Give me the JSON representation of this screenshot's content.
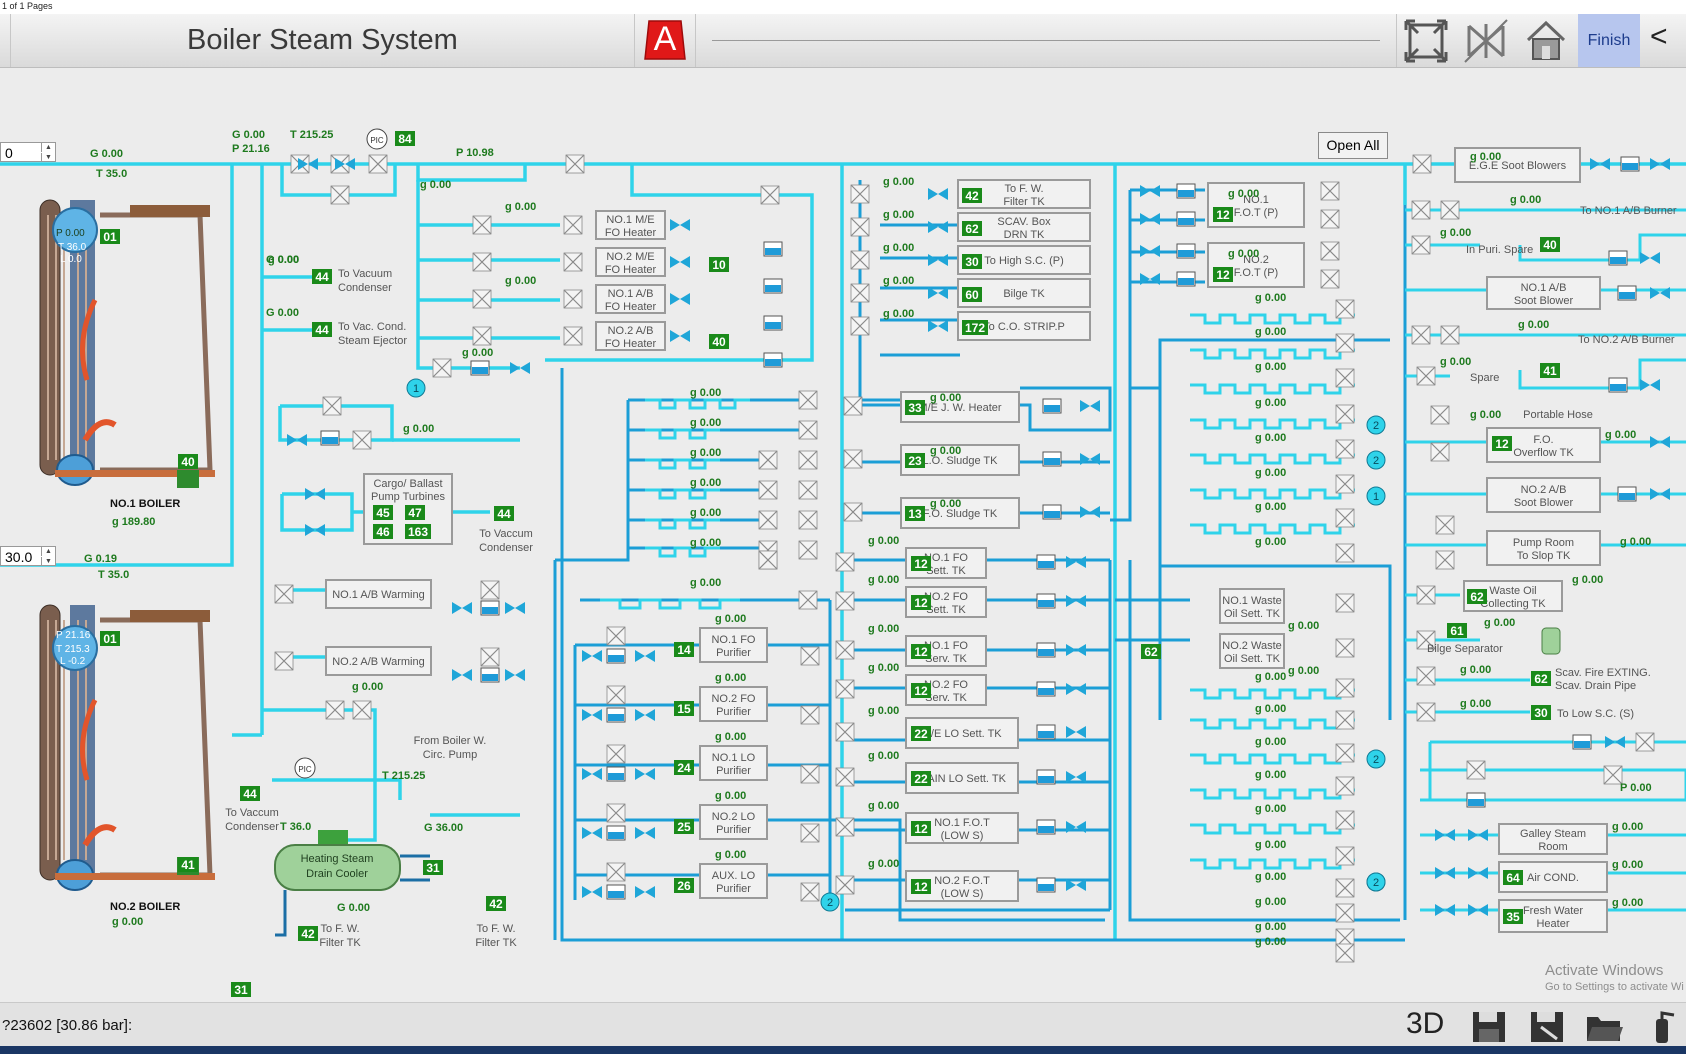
{
  "window": {
    "page_info": "1 of 1 Pages",
    "title": "Boiler Steam System",
    "finish_label": "Finish",
    "collapse_label": "<",
    "alarm_label": "A"
  },
  "controls": {
    "boiler1_setpoint": "0",
    "boiler2_setpoint": "30.0",
    "open_all_label": "Open All",
    "bottom_3d_label": "3D"
  },
  "status": {
    "text": "?23602 [30.86 bar]:"
  },
  "watermark": {
    "line1": "Activate Windows",
    "line2": "Go to Settings to activate Wi"
  },
  "colors": {
    "pipe": "#2fd3ea",
    "pipe_dark": "#1b9ed6",
    "badge": "#1a8a1a",
    "header_finish": "#b7c6ee"
  },
  "diagram": {
    "boiler1": {
      "name": "NO.1 BOILER",
      "g_top": "G 0.00",
      "t_top": "T 35.0",
      "p": "P 0.00",
      "t": "T 36.0",
      "l": "L 0.0",
      "badge_top": "01",
      "badge_bottom": "40",
      "g_bottom": "g 189.80"
    },
    "boiler2": {
      "name": "NO.2 BOILER",
      "g_top": "G 0.19",
      "t_top": "T 35.0",
      "p": "P 21.16",
      "t": "T 215.3",
      "l": "L -0.2",
      "badge_top": "01",
      "badge_bottom": "41",
      "g_bottom": "g 0.00"
    },
    "main_header": {
      "g": "G 0.00",
      "p": "P 21.16",
      "t": "T 215.25",
      "pic_badge": "84",
      "p_right": "P 10.98",
      "pic": "PIC"
    },
    "vacuum": [
      {
        "g": "G 0.00",
        "badge": "44",
        "label1": "To Vacuum",
        "label2": "Condenser"
      },
      {
        "g": "G 0.00",
        "badge": "44",
        "label1": "To Vac. Cond.",
        "label2": "Steam Ejector"
      }
    ],
    "cargo": {
      "label1": "Cargo/ Ballast",
      "label2": "Pump Turbines",
      "b1": "45",
      "b2": "47",
      "b3": "46",
      "b4": "163",
      "out_badge": "44",
      "out1": "To Vaccum",
      "out2": "Condenser"
    },
    "warming": [
      {
        "label": "NO.1 A/B Warming"
      },
      {
        "label": "NO.2 A/B Warming"
      }
    ],
    "fo_heaters": {
      "items": [
        {
          "l1": "NO.1 M/E",
          "l2": "FO Heater",
          "g": "g 0.00"
        },
        {
          "l1": "NO.2 M/E",
          "l2": "FO Heater"
        },
        {
          "l1": "NO.1 A/B",
          "l2": "FO Heater",
          "g": "g 0.00"
        },
        {
          "l1": "NO.2 A/B",
          "l2": "FO Heater"
        }
      ],
      "badge1": "10",
      "badge2": "40",
      "g_in": "g 0.00",
      "g_left": "g 0.00"
    },
    "drain": {
      "g": "g 0.00",
      "header_g": "g 0.00",
      "pic": "PIC",
      "g2": "g 0.00",
      "t": "T 215.25",
      "from1": "From Boiler W.",
      "from2": "Circ. Pump",
      "badge44": "44",
      "to1": "To Vaccum",
      "to2": "Condenser",
      "t36": "T 36.0",
      "cooler1": "Heating Steam",
      "cooler2": "Drain Cooler",
      "g_cooler": "G 0.00",
      "badge31": "31",
      "badge42a": "42",
      "fw1": "To F. W.",
      "fw2": "Filter TK",
      "g36": "G 36.00",
      "badge42b": "42",
      "badge31b": "31"
    },
    "purifiers": [
      {
        "g": "g 0.00",
        "badge": "14",
        "l1": "NO.1 FO",
        "l2": "Purifier"
      },
      {
        "g": "g 0.00",
        "badge": "15",
        "l1": "NO.2 FO",
        "l2": "Purifier"
      },
      {
        "g": "g 0.00",
        "badge": "24",
        "l1": "NO.1 LO",
        "l2": "Purifier"
      },
      {
        "g": "g 0.00",
        "badge": "25",
        "l1": "NO.2 LO",
        "l2": "Purifier"
      },
      {
        "g": "g 0.00",
        "badge": "26",
        "l1": "AUX. LO",
        "l2": "Purifier"
      }
    ],
    "steam_trace_g": [
      "g 0.00",
      "g 0.00",
      "g 0.00",
      "g 0.00",
      "g 0.00",
      "g 0.00",
      "g 0.00"
    ],
    "middle_list": [
      {
        "g": "g 0.00",
        "badge": "42",
        "l1": "To F. W.",
        "l2": "Filter TK"
      },
      {
        "g": "g 0.00",
        "badge": "62",
        "l1": "SCAV. Box",
        "l2": "DRN TK"
      },
      {
        "g": "g 0.00",
        "badge": "30",
        "l1": "To High S.C. (P)",
        "l2": ""
      },
      {
        "g": "g 0.00",
        "badge": "60",
        "l1": "Bilge TK",
        "l2": ""
      },
      {
        "g": "g 0.00",
        "badge": "172",
        "l1": "To C.O. STRIP.P",
        "l2": ""
      }
    ],
    "middle_heaters": [
      {
        "g": "g 0.00",
        "badge": "33",
        "l1": "M/E J. W. Heater"
      },
      {
        "g": "g 0.00",
        "badge": "23",
        "l1": "L.O. Sludge TK"
      },
      {
        "g": "g 0.00",
        "badge": "13",
        "l1": "F.O. Sludge TK"
      }
    ],
    "sett_tanks": [
      {
        "g": "g 0.00",
        "badge": "12",
        "l1": "NO.1 FO",
        "l2": "Sett. TK"
      },
      {
        "g": "g 0.00",
        "badge": "12",
        "l1": "NO.2 FO",
        "l2": "Sett. TK"
      },
      {
        "g": "g 0.00",
        "badge": "12",
        "l1": "NO.1 FO",
        "l2": "Serv. TK"
      },
      {
        "g": "g 0.00",
        "badge": "12",
        "l1": "NO.2 FO",
        "l2": "Serv. TK"
      },
      {
        "g": "g 0.00",
        "badge": "22",
        "l1": "G/E LO Sett. TK",
        "l2": ""
      },
      {
        "g": "g 0.00",
        "badge": "22",
        "l1": "MAIN LO Sett. TK",
        "l2": ""
      },
      {
        "g": "g 0.00",
        "badge": "12",
        "l1": "NO.1 F.O.T",
        "l2": "(LOW S)"
      },
      {
        "g": "g 0.00",
        "badge": "12",
        "l1": "NO.2 F.O.T",
        "l2": "(LOW S)"
      }
    ],
    "fot": [
      {
        "g": "g 0.00",
        "badge": "12",
        "l1": "NO.1",
        "l2": "F.O.T (P)"
      },
      {
        "g": "g 0.00",
        "badge": "12",
        "l1": "NO.2",
        "l2": "F.O.T (P)"
      }
    ],
    "waste_oil": [
      {
        "g": "g 0.00",
        "l1": "NO.1 Waste",
        "l2": "Oil Sett. TK"
      },
      {
        "g": "g 0.00",
        "l1": "NO.2 Waste",
        "l2": "Oil Sett. TK"
      }
    ],
    "waste_badge": "62",
    "right_grid_g": [
      "g 0.00",
      "g 0.00",
      "g 0.00",
      "g 0.00",
      "g 0.00",
      "g 0.00",
      "g 0.00",
      "g 0.00",
      "g 0.00",
      "g 0.00",
      "g 0.00",
      "g 0.00",
      "g 0.00",
      "g 0.00",
      "g 0.00",
      "g 0.00",
      "g 0.00",
      "g 0.00"
    ],
    "circles": [
      "1",
      "2",
      "2",
      "2",
      "1",
      "2",
      "2",
      "2"
    ],
    "right_column": {
      "ege": {
        "g": "g 0.00",
        "l1": "E.G.E Soot Blowers"
      },
      "burner1": {
        "g": "g 0.00",
        "label": "To NO.1 A/B  Burner",
        "badge": "40",
        "spare_g": "g 0.00",
        "spare": "In Puri. Spare"
      },
      "soot1": {
        "l1": "NO.1 A/B",
        "l2": "Soot Blower"
      },
      "burner2": {
        "g": "g 0.00",
        "label": "To NO.2 A/B  Burner",
        "badge": "41",
        "spare_g": "g 0.00",
        "spare": "Spare"
      },
      "hose": {
        "g": "g 0.00",
        "label": "Portable Hose"
      },
      "overflow": {
        "g": "g 0.00",
        "badge": "12",
        "l1": "F.O.",
        "l2": "Overflow TK"
      },
      "soot2": {
        "l1": "NO.2 A/B",
        "l2": "Soot Blower"
      },
      "pumproom": {
        "g": "g 0.00",
        "l1": "Pump Room",
        "l2": "To Slop TK"
      },
      "wasteoil": {
        "g": "g 0.00",
        "badge": "62",
        "l1": "Waste Oil",
        "l2": "Collecting TK"
      },
      "bilge": {
        "g": "g 0.00",
        "badge": "61",
        "label": "Bilge Separator"
      },
      "scav": {
        "g": "g 0.00",
        "badge": "62",
        "l1": "Scav. Fire EXTING.",
        "l2": "Scav. Drain Pipe"
      },
      "lowsc": {
        "g": "g 0.00",
        "badge": "30",
        "label": "To Low S.C. (S)"
      },
      "p_right": "P 0.00",
      "galley": {
        "g": "g 0.00",
        "l1": "Galley Steam",
        "l2": "Room"
      },
      "aircond": {
        "g": "g 0.00",
        "badge": "64",
        "l1": "Air COND."
      },
      "fwheater": {
        "g": "g 0.00",
        "badge": "35",
        "l1": "Fresh Water",
        "l2": "Heater"
      }
    }
  }
}
